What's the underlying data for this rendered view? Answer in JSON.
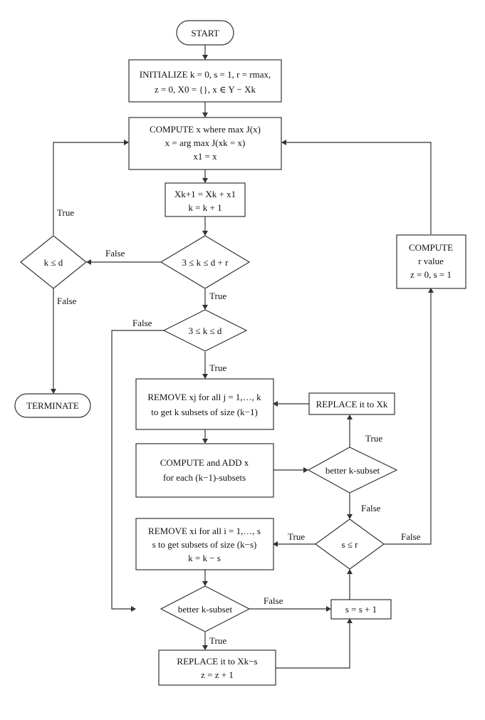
{
  "nodes": {
    "start": [
      "START"
    ],
    "init": [
      "INITIALIZE k = 0, s = 1, r = rmax,",
      "z = 0, X0 = {}, x ∈ Y − Xk"
    ],
    "compute_x": [
      "COMPUTE x where max J(x)",
      "x = arg max J(xk = x)",
      "x1 = x"
    ],
    "update": [
      "Xk+1 = Xk + x1",
      "k = k + 1"
    ],
    "cond_range": [
      "3 ≤ k ≤ d + r"
    ],
    "cond_kd": [
      "k ≤ d"
    ],
    "terminate": [
      "TERMINATE"
    ],
    "cond_range2": [
      "3 ≤ k ≤ d"
    ],
    "remove_j": [
      "REMOVE xj for all j = 1,…, k",
      "to get k subsets of size (k−1)"
    ],
    "replace_k": [
      "REPLACE it to Xk"
    ],
    "compute_add": [
      "COMPUTE and ADD x",
      "for each (k−1)-subsets"
    ],
    "better_1": [
      "better k-subset"
    ],
    "remove_i": [
      "REMOVE xi for all i = 1,…, s",
      "s to get subsets of size (k−s)",
      "k = k − s"
    ],
    "cond_sr": [
      "s ≤ r"
    ],
    "compute_r": [
      "COMPUTE",
      "r value",
      "z = 0, s = 1"
    ],
    "better_2": [
      "better k-subset"
    ],
    "s_inc": [
      "s = s + 1"
    ],
    "replace_ks": [
      "REPLACE it to Xk−s",
      "z = z + 1"
    ]
  },
  "edge_labels": {
    "range_false": "False",
    "kd_true": "True",
    "kd_false": "False",
    "range_true": "True",
    "range2_false": "False",
    "range2_true": "True",
    "better1_true": "True",
    "better1_false": "False",
    "sr_true": "True",
    "sr_false": "False",
    "better2_false": "False",
    "better2_true": "True"
  }
}
